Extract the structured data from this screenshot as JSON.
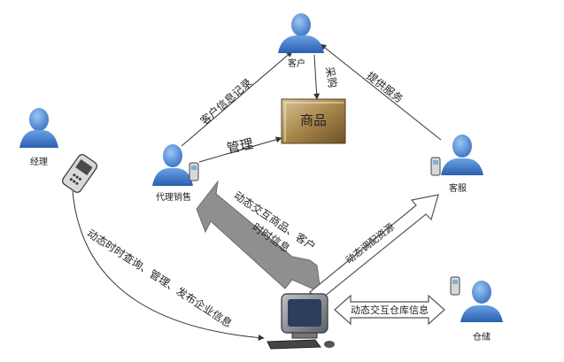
{
  "nodes": {
    "customer": "客户",
    "manager": "经理",
    "agent": "代理销售",
    "service": "客服",
    "warehouse": "仓储",
    "goods": "商品"
  },
  "edges": {
    "customer_info": "客户信息记录",
    "purchase": "采购",
    "provide_service": "提供服务",
    "manage": "管理",
    "interact_goods_line1": "动态交互商品、客户",
    "interact_goods_line2": "时时信息",
    "dispatch": "动态调配资源",
    "realtime_query": "动态时时查询、管理、发布企业信息",
    "warehouse_info": "动态交互仓库信息"
  },
  "colors": {
    "person_body": "#3d78c8",
    "person_head": "#5a94dc",
    "goods_box": "#9b7c3f",
    "arrow_gray": "#9a9a9a"
  }
}
